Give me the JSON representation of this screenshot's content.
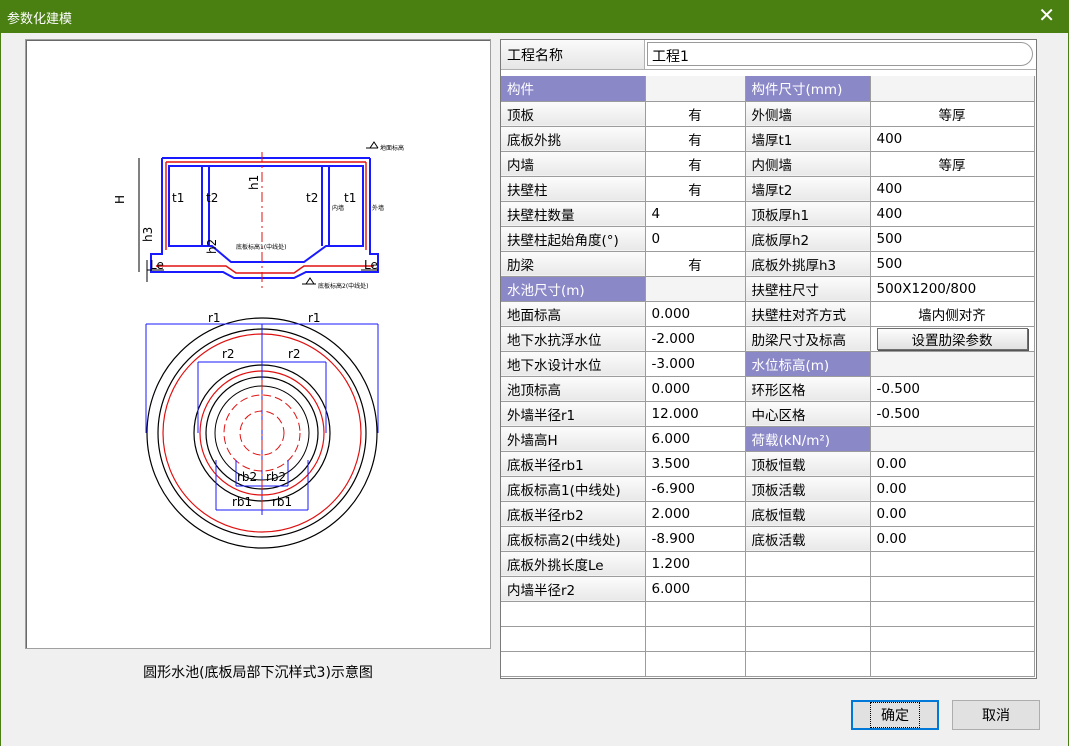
{
  "window": {
    "title": "参数化建模",
    "close_glyph": "✕"
  },
  "diagram": {
    "caption": "圆形水池(底板局部下沉样式3)示意图",
    "labels": {
      "ground": "地面标高",
      "inner_wall": "内墙",
      "outer_wall": "外墙",
      "bottom1": "底板标高1(中线处)",
      "bottom2": "底板标高2(中线处)",
      "H": "H",
      "h1": "h1",
      "h2": "h2",
      "h3": "h3",
      "t1a": "t1",
      "t1b": "t1",
      "t2a": "t2",
      "t2b": "t2",
      "Le_left": "Le",
      "Le_right": "Le",
      "r1_left": "r1",
      "r1_right": "r1",
      "r2_left": "r2",
      "r2_right": "r2",
      "rb2_left": "rb2",
      "rb2_right": "rb2",
      "rb1_left": "rb1",
      "rb1_right": "rb1"
    }
  },
  "project": {
    "label": "工程名称",
    "value": "工程1"
  },
  "rows": [
    [
      {
        "t": "构件",
        "k": "hdr"
      },
      {
        "t": "",
        "k": "hdr-blank"
      },
      {
        "t": "构件尺寸(mm)",
        "k": "hdr"
      },
      {
        "t": "",
        "k": "hdr-blank"
      }
    ],
    [
      {
        "t": "顶板",
        "k": "lbl"
      },
      {
        "t": "有",
        "k": "val ctr"
      },
      {
        "t": "外侧墙",
        "k": "lbl"
      },
      {
        "t": "等厚",
        "k": "val ctr"
      }
    ],
    [
      {
        "t": "底板外挑",
        "k": "lbl"
      },
      {
        "t": "有",
        "k": "val ctr"
      },
      {
        "t": "墙厚t1",
        "k": "lbl"
      },
      {
        "t": "400",
        "k": "val"
      }
    ],
    [
      {
        "t": "内墙",
        "k": "lbl"
      },
      {
        "t": "有",
        "k": "val ctr"
      },
      {
        "t": "内侧墙",
        "k": "lbl"
      },
      {
        "t": "等厚",
        "k": "val ctr"
      }
    ],
    [
      {
        "t": "扶壁柱",
        "k": "lbl"
      },
      {
        "t": "有",
        "k": "val ctr"
      },
      {
        "t": "墙厚t2",
        "k": "lbl"
      },
      {
        "t": "400",
        "k": "val"
      }
    ],
    [
      {
        "t": "扶壁柱数量",
        "k": "lbl"
      },
      {
        "t": "4",
        "k": "val"
      },
      {
        "t": "顶板厚h1",
        "k": "lbl"
      },
      {
        "t": "400",
        "k": "val"
      }
    ],
    [
      {
        "t": "扶壁柱起始角度(°)",
        "k": "lbl"
      },
      {
        "t": "0",
        "k": "val"
      },
      {
        "t": "底板厚h2",
        "k": "lbl"
      },
      {
        "t": "500",
        "k": "val"
      }
    ],
    [
      {
        "t": "肋梁",
        "k": "lbl"
      },
      {
        "t": "有",
        "k": "val ctr"
      },
      {
        "t": "底板外挑厚h3",
        "k": "lbl"
      },
      {
        "t": "500",
        "k": "val"
      }
    ],
    [
      {
        "t": "水池尺寸(m)",
        "k": "hdr"
      },
      {
        "t": "",
        "k": "hdr-blank"
      },
      {
        "t": "扶壁柱尺寸",
        "k": "lbl"
      },
      {
        "t": "500X1200/800",
        "k": "val"
      }
    ],
    [
      {
        "t": "地面标高",
        "k": "lbl"
      },
      {
        "t": "0.000",
        "k": "val"
      },
      {
        "t": "扶壁柱对齐方式",
        "k": "lbl"
      },
      {
        "t": "墙内侧对齐",
        "k": "val ctr"
      }
    ],
    [
      {
        "t": "地下水抗浮水位",
        "k": "lbl"
      },
      {
        "t": "-2.000",
        "k": "val"
      },
      {
        "t": "肋梁尺寸及标高",
        "k": "lbl"
      },
      {
        "t": "设置肋梁参数",
        "k": "btn"
      }
    ],
    [
      {
        "t": "地下水设计水位",
        "k": "lbl"
      },
      {
        "t": "-3.000",
        "k": "val"
      },
      {
        "t": "水位标高(m)",
        "k": "hdr"
      },
      {
        "t": "",
        "k": "hdr-blank"
      }
    ],
    [
      {
        "t": "池顶标高",
        "k": "lbl"
      },
      {
        "t": "0.000",
        "k": "val"
      },
      {
        "t": "环形区格",
        "k": "lbl"
      },
      {
        "t": "-0.500",
        "k": "val"
      }
    ],
    [
      {
        "t": "外墙半径r1",
        "k": "lbl"
      },
      {
        "t": "12.000",
        "k": "val"
      },
      {
        "t": "中心区格",
        "k": "lbl"
      },
      {
        "t": "-0.500",
        "k": "val"
      }
    ],
    [
      {
        "t": "外墙高H",
        "k": "lbl"
      },
      {
        "t": "6.000",
        "k": "val"
      },
      {
        "t": "荷载(kN/m²)",
        "k": "hdr"
      },
      {
        "t": "",
        "k": "hdr-blank"
      }
    ],
    [
      {
        "t": "底板半径rb1",
        "k": "lbl"
      },
      {
        "t": "3.500",
        "k": "val"
      },
      {
        "t": "顶板恒载",
        "k": "lbl"
      },
      {
        "t": "0.00",
        "k": "val"
      }
    ],
    [
      {
        "t": "底板标高1(中线处)",
        "k": "lbl"
      },
      {
        "t": "-6.900",
        "k": "val"
      },
      {
        "t": "顶板活载",
        "k": "lbl"
      },
      {
        "t": "0.00",
        "k": "val"
      }
    ],
    [
      {
        "t": "底板半径rb2",
        "k": "lbl"
      },
      {
        "t": "2.000",
        "k": "val"
      },
      {
        "t": "底板恒载",
        "k": "lbl"
      },
      {
        "t": "0.00",
        "k": "val"
      }
    ],
    [
      {
        "t": "底板标高2(中线处)",
        "k": "lbl"
      },
      {
        "t": "-8.900",
        "k": "val"
      },
      {
        "t": "底板活载",
        "k": "lbl"
      },
      {
        "t": "0.00",
        "k": "val"
      }
    ],
    [
      {
        "t": "底板外挑长度Le",
        "k": "lbl"
      },
      {
        "t": "1.200",
        "k": "val"
      },
      {
        "t": "",
        "k": "val"
      },
      {
        "t": "",
        "k": "val"
      }
    ],
    [
      {
        "t": "内墙半径r2",
        "k": "lbl"
      },
      {
        "t": "6.000",
        "k": "val"
      },
      {
        "t": "",
        "k": "val"
      },
      {
        "t": "",
        "k": "val"
      }
    ],
    [
      {
        "t": "",
        "k": "val"
      },
      {
        "t": "",
        "k": "val"
      },
      {
        "t": "",
        "k": "val"
      },
      {
        "t": "",
        "k": "val"
      }
    ],
    [
      {
        "t": "",
        "k": "val"
      },
      {
        "t": "",
        "k": "val"
      },
      {
        "t": "",
        "k": "val"
      },
      {
        "t": "",
        "k": "val"
      }
    ],
    [
      {
        "t": "",
        "k": "val"
      },
      {
        "t": "",
        "k": "val"
      },
      {
        "t": "",
        "k": "val"
      },
      {
        "t": "",
        "k": "val"
      }
    ]
  ],
  "buttons": {
    "ok": "确定",
    "cancel": "取消"
  },
  "colors": {
    "titlebar": "#4a7f12",
    "header": "#8b88c8",
    "drawing_blue": "#1a1aff",
    "drawing_red": "#e01010"
  }
}
